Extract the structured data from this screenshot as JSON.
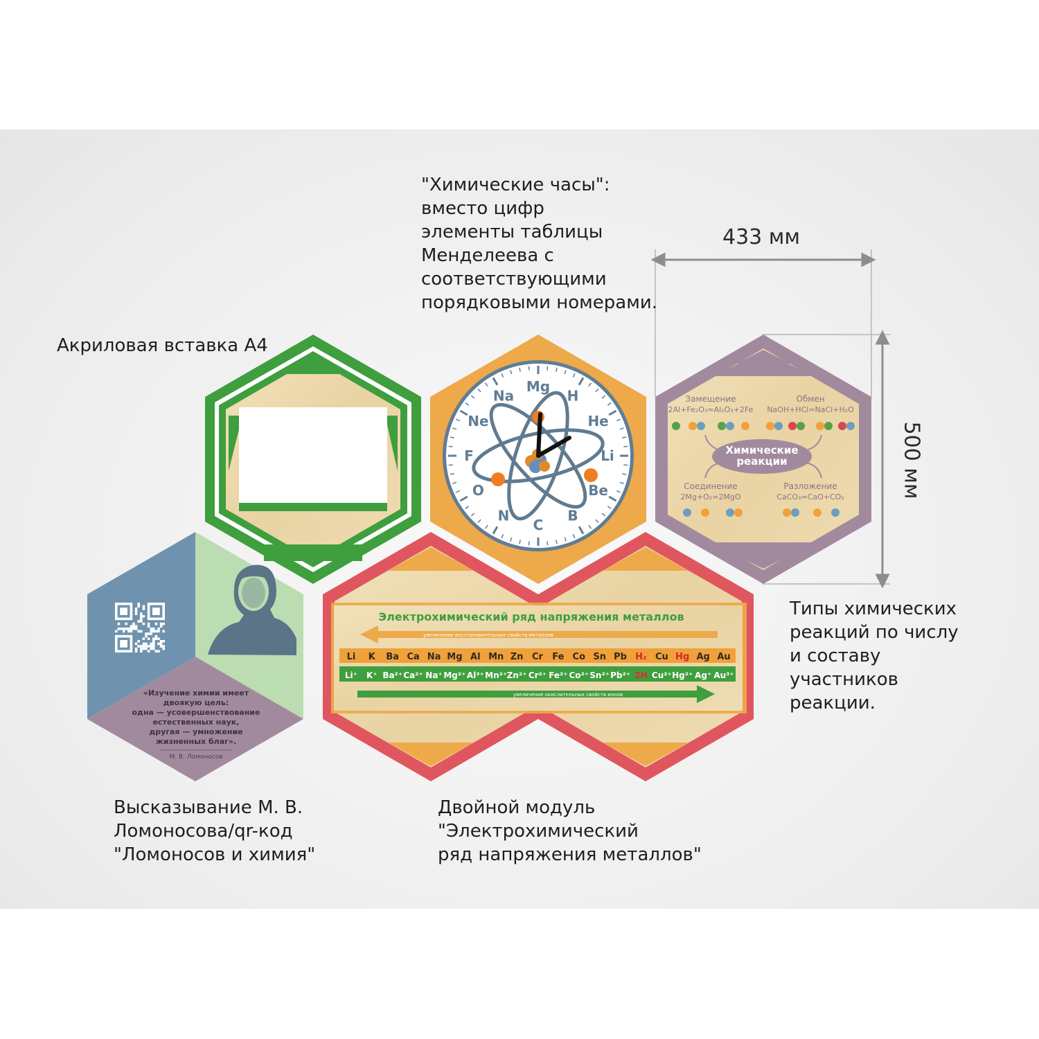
{
  "captions": {
    "clock": [
      "\"Химические часы\":",
      "вместо цифр",
      "элементы таблицы",
      "Менделеева с",
      "соответствующими",
      "порядковыми номерами."
    ],
    "acrylic": [
      "Акриловая вставка А4"
    ],
    "reactions": [
      "Типы химических",
      "реакций по числу",
      "и составу",
      "участников",
      "реакции."
    ],
    "lomonosov": [
      "Высказывание М. В.",
      "Ломоносова/qr-код",
      "\"Ломоносов и химия\""
    ],
    "double": [
      "Двойной модуль",
      "\"Электрохимический",
      "ряд напряжения металлов\""
    ]
  },
  "dimensions": {
    "width": "433 мм",
    "height": "500 мм"
  },
  "clock": {
    "elements": [
      "Mg",
      "H",
      "He",
      "Li",
      "Be",
      "B",
      "C",
      "N",
      "O",
      "F",
      "Ne",
      "Na"
    ]
  },
  "reactions": {
    "center": [
      "Химические",
      "реакции"
    ],
    "substitution": {
      "name": "Замещение",
      "formula": "2Al+Fe₂O₃=Al₂O₃+2Fe"
    },
    "exchange": {
      "name": "Обмен",
      "formula": "NaOH+HCl=NaCl+H₂O"
    },
    "combination": {
      "name": "Соединение",
      "formula": "2Mg+O₂=2MgO"
    },
    "decomposition": {
      "name": "Разложение",
      "formula": "CaCO₃=CaO+CO₂"
    }
  },
  "quote": {
    "lines": [
      "«Изучение химии имеет",
      "двоякую цель:",
      "одна — усовершенствование",
      "естественных наук,",
      "другая — умножение",
      "жизненных благ»."
    ],
    "author": "М. В. Ломоносов"
  },
  "series": {
    "title": "Электрохимический ряд напряжения металлов",
    "top_arrow": "увеличение восстановительных свойств металлов",
    "bottom_arrow": "увеличение окислительных свойств ионов",
    "metals": [
      "Li",
      "K",
      "Ba",
      "Ca",
      "Na",
      "Mg",
      "Al",
      "Mn",
      "Zn",
      "Cr",
      "Fe",
      "Co",
      "Sn",
      "Pb",
      "H₂",
      "Cu",
      "Hg",
      "Ag",
      "Au"
    ],
    "ions": [
      "Li⁺",
      "K⁺",
      "Ba²⁺",
      "Ca²⁺",
      "Na⁺",
      "Mg²⁺",
      "Al³⁺",
      "Mn²⁺",
      "Zn²⁺",
      "Cr²⁺",
      "Fe²⁺",
      "Co²⁺",
      "Sn²⁺",
      "Pb²⁺",
      "2H",
      "Cu²⁺",
      "Hg²⁺",
      "Ag⁺",
      "Au³⁺"
    ]
  },
  "colors": {
    "green": "#3f9e3d",
    "orange": "#eda94a",
    "purple": "#a28a9e",
    "red": "#e0565f",
    "blue": "#6f93ae",
    "mint": "#bcdcb1",
    "wood": "#ecd9ae",
    "ink": "#5b7488"
  }
}
